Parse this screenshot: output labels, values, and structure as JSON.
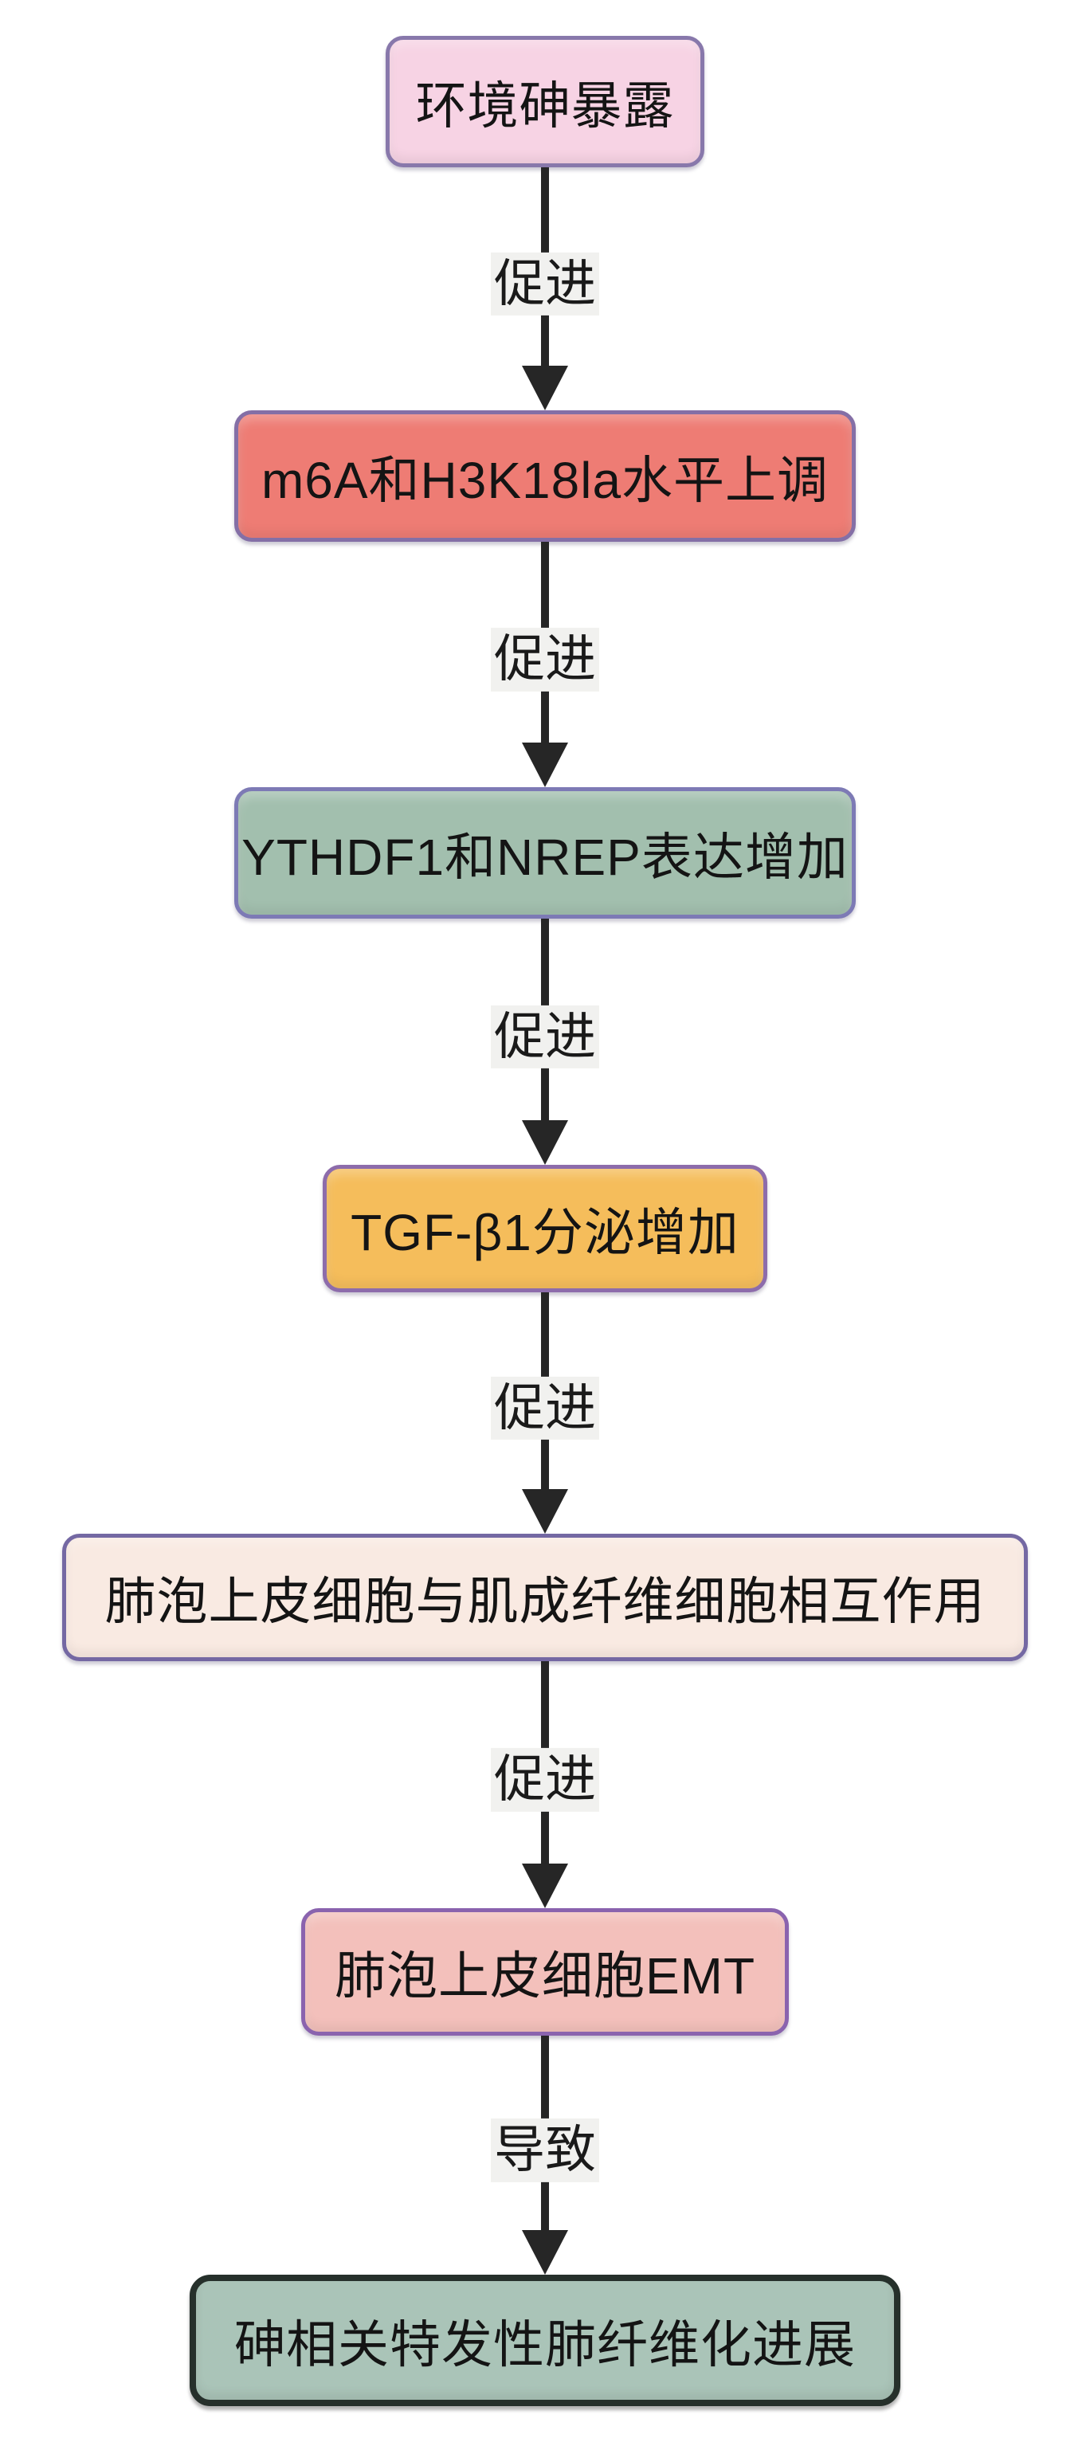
{
  "diagram": {
    "type": "flowchart-vertical",
    "background_color": "#ffffff",
    "arrow_color": "#262626",
    "edge_label_background": "#f1f1ef",
    "text_color": "#141414",
    "nodes": [
      {
        "id": 1,
        "text": "环境砷暴露",
        "fill": "#f7d3e4",
        "border": "#8878ab"
      },
      {
        "id": 2,
        "text": "m6A和H3K18la水平上调",
        "fill": "#ee7c74",
        "border": "#846fa6"
      },
      {
        "id": 3,
        "text": "YTHDF1和NREP表达增加",
        "fill": "#a2bfae",
        "border": "#7d7ab5"
      },
      {
        "id": 4,
        "text": "TGF-β1分泌增加",
        "fill": "#f5bd5b",
        "border": "#8d6cab"
      },
      {
        "id": 5,
        "text": "肺泡上皮细胞与肌成纤维细胞相互作用",
        "fill": "#f9eae2",
        "border": "#7468a3"
      },
      {
        "id": 6,
        "text": "肺泡上皮细胞EMT",
        "fill": "#f3c0bb",
        "border": "#8a63ae"
      },
      {
        "id": 7,
        "text": "砷相关特发性肺纤维化进展",
        "fill": "#aac4b8",
        "border": "#26302b"
      }
    ],
    "edges": [
      {
        "from": 1,
        "to": 2,
        "label": "促进"
      },
      {
        "from": 2,
        "to": 3,
        "label": "促进"
      },
      {
        "from": 3,
        "to": 4,
        "label": "促进"
      },
      {
        "from": 4,
        "to": 5,
        "label": "促进"
      },
      {
        "from": 5,
        "to": 6,
        "label": "促进"
      },
      {
        "from": 6,
        "to": 7,
        "label": "导致"
      }
    ]
  }
}
